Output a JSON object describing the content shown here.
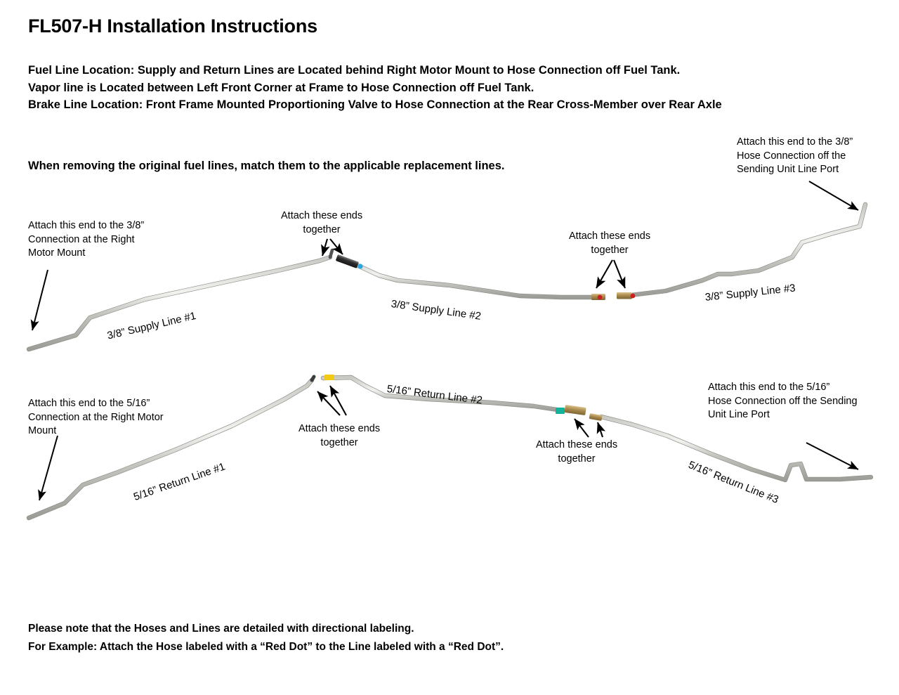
{
  "document": {
    "title": "FL507-H Installation Instructions",
    "intro_lines": [
      "Fuel Line Location:  Supply and Return Lines are Located behind Right Motor Mount to Hose Connection off Fuel Tank.",
      "Vapor line is Located between Left Front Corner at Frame to Hose Connection off Fuel Tank.",
      "Brake Line Location: Front Frame Mounted Proportioning Valve to Hose Connection at the Rear Cross-Member over Rear Axle"
    ],
    "match_note": "When removing the original fuel lines, match them to the applicable replacement lines.",
    "footer_lines": [
      "Please note that the Hoses and Lines are detailed with directional labeling.",
      "For Example: Attach the Hose labeled with a “Red Dot” to the Line labeled with a “Red Dot”."
    ]
  },
  "diagram": {
    "supply": {
      "callout_left": "Attach this end to the 3/8”\nConnection at the Right\nMotor Mount",
      "callout_mid1": "Attach these ends\ntogether",
      "callout_mid2": "Attach these ends\ntogether",
      "callout_right": "Attach this end to the 3/8”\nHose Connection off the\nSending Unit Line Port",
      "label_1": "3/8” Supply Line #1",
      "label_2": "3/8” Supply Line #2",
      "label_3": "3/8” Supply Line #3"
    },
    "return": {
      "callout_left": "Attach this end to the 5/16”\nConnection at the Right Motor\nMount",
      "callout_mid1": "Attach these ends\ntogether",
      "callout_mid2": "Attach these ends\ntogether",
      "callout_right": "Attach this end to the 5/16”\nHose Connection off the Sending\nUnit Line Port",
      "label_1": "5/16” Return Line #1",
      "label_2": "5/16” Return Line #2",
      "label_3": "5/16” Return Line #3"
    },
    "colors": {
      "tube": "#b9b9b4",
      "tube_highlight": "#e9e9e6",
      "fitting_dark": "#3c3c3c",
      "fitting_brass": "#b39053",
      "dot_blue": "#29a8e0",
      "dot_red": "#cc2020",
      "dot_yellow": "#f2c913",
      "dot_teal": "#13b39b",
      "arrow": "#000000"
    },
    "markers": [
      {
        "name": "supply-junction-1-dot",
        "color": "blue"
      },
      {
        "name": "supply-junction-2-dot-left",
        "color": "red"
      },
      {
        "name": "supply-junction-2-dot-right",
        "color": "red"
      },
      {
        "name": "return-junction-1-dot",
        "color": "yellow"
      },
      {
        "name": "return-junction-2-dot",
        "color": "teal"
      }
    ]
  }
}
